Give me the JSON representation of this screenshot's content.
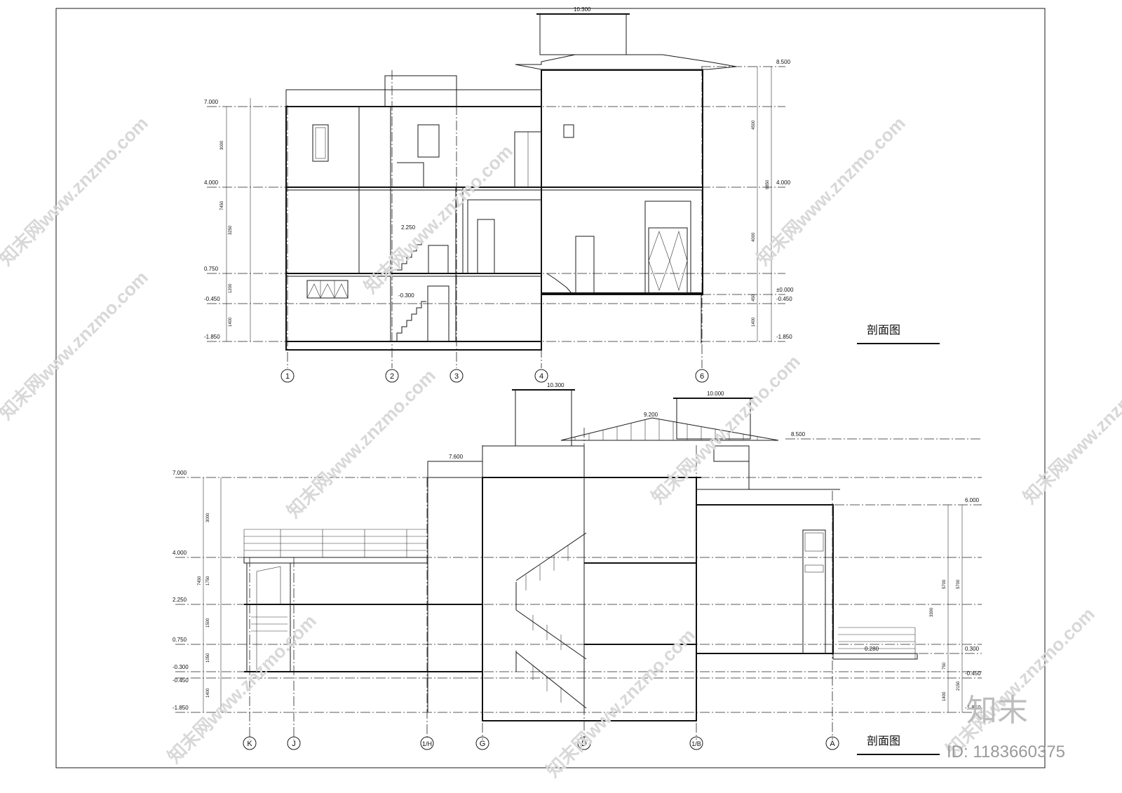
{
  "sheet": {
    "upper_section": {
      "title": "剖面图",
      "elevations_left": [
        "7.000",
        "4.000",
        "0.750",
        "-0.450",
        "-1.850"
      ],
      "elevations_right": [
        "8.500",
        "4.000",
        "±0.000",
        "-0.450",
        "-1.850"
      ],
      "roof_elevation": "10.300",
      "floor_label": "2.250",
      "basement_label": "-0.300",
      "dims_left": [
        "3000",
        "7450",
        "3250",
        "1200",
        "1400"
      ],
      "dims_right": [
        "4500",
        "8850",
        "4000",
        "450",
        "1400"
      ],
      "axes": [
        "1",
        "2",
        "3",
        "4",
        "6"
      ]
    },
    "lower_section": {
      "title": "剖面图",
      "elevations_left": [
        "7.000",
        "4.000",
        "2.250",
        "0.750",
        "-0.300",
        "-0.450",
        "-1.850"
      ],
      "elevations_right": [
        "8.500",
        "6.000",
        "0.300",
        "-0.450",
        "-1.850"
      ],
      "roof_elevations": [
        "10.300",
        "10.000",
        "9.200",
        "7.600"
      ],
      "terrace_label": "0.280",
      "dims_left": [
        "3000",
        "7450",
        "1750",
        "1500",
        "1050",
        "1400"
      ],
      "dims_right": [
        "5700",
        "5700",
        "3300",
        "750",
        "2150",
        "1400"
      ],
      "axes": [
        "K",
        "J",
        "1/H",
        "G",
        "D",
        "1/B",
        "A"
      ]
    }
  },
  "watermark": {
    "text": "知末网www.znzmo.com",
    "logo": "知末",
    "id": "ID: 1183660375"
  }
}
